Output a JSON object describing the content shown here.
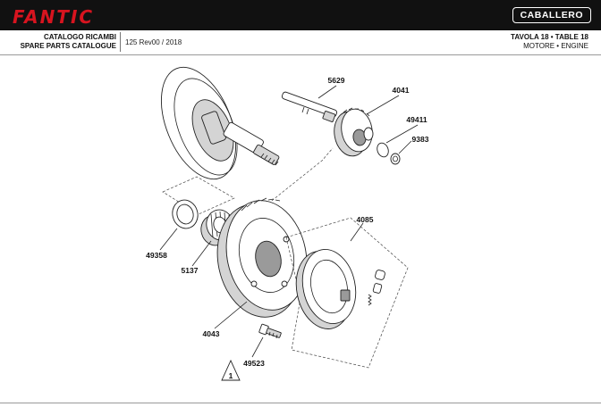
{
  "header": {
    "brand": "FANTIC",
    "model_badge": "CABALLERO",
    "catalog_line1": "CATALOGO RICAMBI",
    "catalog_line2": "SPARE PARTS CATALOGUE",
    "revision": "125 Rev00 / 2018",
    "table_line1": "TAVOLA 18 • TABLE 18",
    "table_line2": "MOTORE • ENGINE"
  },
  "parts": [
    {
      "number": "5629"
    },
    {
      "number": "4041"
    },
    {
      "number": "49411"
    },
    {
      "number": "9383"
    },
    {
      "number": "4085"
    },
    {
      "number": "49358"
    },
    {
      "number": "5137"
    },
    {
      "number": "4043"
    },
    {
      "number": "49523"
    }
  ],
  "warning_symbol": {
    "text": "1",
    "icon": "warning-triangle-icon"
  }
}
